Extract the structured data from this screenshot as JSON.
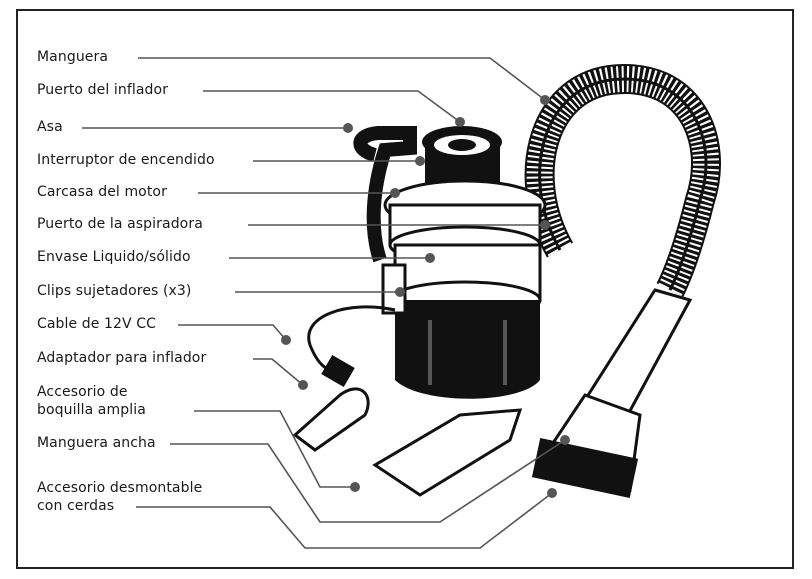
{
  "diagram": {
    "labels": {
      "hose": "Manguera",
      "inflator_port": "Puerto del inflador",
      "handle": "Asa",
      "power_switch": "Interruptor de encendido",
      "motor_housing": "Carcasa del motor",
      "vacuum_port": "Puerto de la aspiradora",
      "container": "Envase Liquido/sólido",
      "clips": "Clips sujetadores (x3)",
      "cable": "Cable de 12V CC",
      "inflator_adapter": "Adaptador para inflador",
      "wide_nozzle_line1": "Accesorio de",
      "wide_nozzle_line2": "boquilla amplia",
      "wide_hose": "Manguera ancha",
      "brush_line1": "Accesorio desmontable",
      "brush_line2": "con cerdas"
    }
  }
}
